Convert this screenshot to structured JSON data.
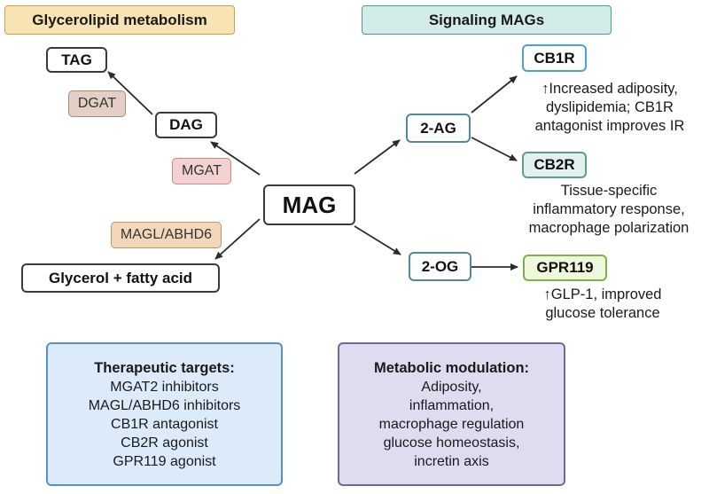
{
  "headers": {
    "glycerolipid": "Glycerolipid metabolism",
    "signaling": "Signaling MAGs"
  },
  "nodes": {
    "mag": "MAG",
    "tag": "TAG",
    "dag": "DAG",
    "glycerol": "Glycerol + fatty acid",
    "two_ag": "2-AG",
    "two_og": "2-OG",
    "cb1r": "CB1R",
    "cb2r": "CB2R",
    "gpr119": "GPR119"
  },
  "enzymes": {
    "dgat": "DGAT",
    "mgat": "MGAT",
    "magl": "MAGL/ABHD6"
  },
  "descriptions": {
    "cb1r": [
      "↑Increased adiposity,",
      "dyslipidemia; CB1R",
      "antagonist improves IR"
    ],
    "cb2r": [
      "Tissue-specific",
      "inflammatory response,",
      "macrophage polarization"
    ],
    "gpr119": [
      "↑GLP-1, improved",
      "glucose tolerance"
    ]
  },
  "panels": {
    "therapeutic": {
      "title": "Therapeutic targets:",
      "items": [
        "MGAT2 inhibitors",
        "MAGL/ABHD6 inhibitors",
        "CB1R antagonist",
        "CB2R agonist",
        "GPR119 agonist"
      ]
    },
    "metabolic": {
      "title": "Metabolic modulation:",
      "items": [
        "Adiposity,",
        "inflammation,",
        "macrophage regulation",
        "glucose homeostasis,",
        "incretin axis"
      ]
    }
  },
  "colors": {
    "glycerolipid_header_bg": "#f7e3b3",
    "glycerolipid_header_border": "#c8a24a",
    "signaling_header_bg": "#d2ece9",
    "signaling_header_border": "#4a9c94",
    "dgat_bg": "#e3cfc3",
    "dgat_border": "#a98a78",
    "mgat_bg": "#f4d1d1",
    "mgat_border": "#c48a8a",
    "magl_bg": "#f3d7ba",
    "magl_border": "#c39468",
    "cb1r_border": "#4aa3d0",
    "cb2r_bg": "#e2f1ed",
    "cb2r_border": "#5c9d8c",
    "gpr119_bg": "#eef8dd",
    "gpr119_border": "#7eb04a",
    "twoag_border": "#4f8a99",
    "twoog_border": "#4f8a99",
    "therapeutic_bg": "#dcebf9",
    "therapeutic_border": "#5a8fbf",
    "metabolic_bg": "#dedcee",
    "metabolic_border": "#6e6b96"
  }
}
